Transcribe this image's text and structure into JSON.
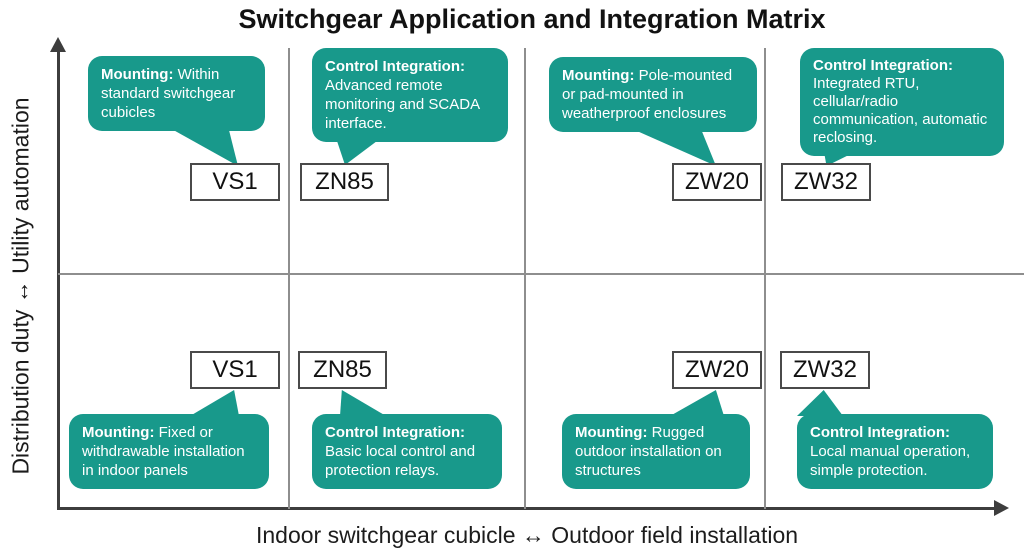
{
  "title": "Switchgear Application and Integration Matrix",
  "axes": {
    "y_label": "Distribution duty ↔ Utility automation",
    "x_label": "Indoor switchgear cubicle ↔ Outdoor field installation"
  },
  "colors": {
    "accent_teal": "#18998b",
    "axis_line": "#3d3d3d",
    "grid_line": "#8e8e8e",
    "box_border": "#4a4a4a",
    "callout_text": "#ffffff"
  },
  "cells": [
    {
      "product": "VS1",
      "row": "top",
      "column": 1,
      "callout_label": "Mounting:",
      "callout_text": "Within standard switchgear cubicles"
    },
    {
      "product": "ZN85",
      "row": "top",
      "column": 2,
      "callout_label": "Control Integration:",
      "callout_text": "Advanced remote monitoring and SCADA interface."
    },
    {
      "product": "ZW20",
      "row": "top",
      "column": 3,
      "callout_label": "Mounting:",
      "callout_text": "Pole-mounted or pad-mounted in weatherproof enclosures"
    },
    {
      "product": "ZW32",
      "row": "top",
      "column": 4,
      "callout_label": "Control Integration:",
      "callout_text": "Integrated RTU, cellular/radio communication, automatic reclosing."
    },
    {
      "product": "VS1",
      "row": "bottom",
      "column": 1,
      "callout_label": "Mounting:",
      "callout_text": "Fixed or withdrawable installation in indoor panels"
    },
    {
      "product": "ZN85",
      "row": "bottom",
      "column": 2,
      "callout_label": "Control Integration:",
      "callout_text": "Basic local control and protection relays."
    },
    {
      "product": "ZW20",
      "row": "bottom",
      "column": 3,
      "callout_label": "Mounting:",
      "callout_text": "Rugged outdoor installation on structures"
    },
    {
      "product": "ZW32",
      "row": "bottom",
      "column": 4,
      "callout_label": "Control Integration:",
      "callout_text": "Local manual operation, simple protection."
    }
  ]
}
